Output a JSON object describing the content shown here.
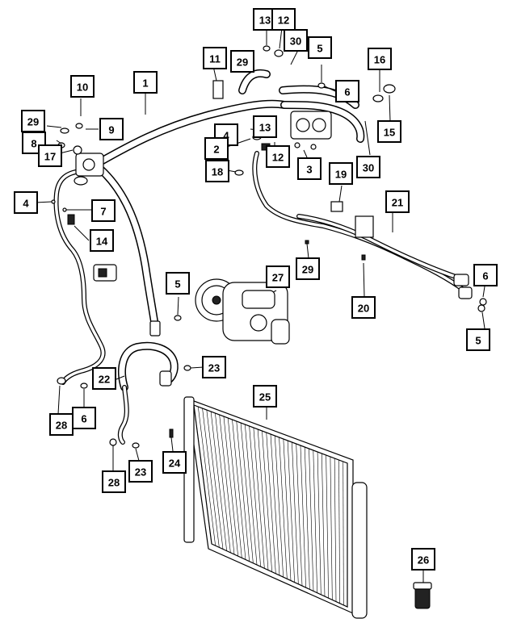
{
  "diagram": {
    "callouts": [
      "13",
      "12",
      "30",
      "5",
      "11",
      "29",
      "16",
      "6",
      "1",
      "10",
      "29",
      "9",
      "8",
      "4",
      "13",
      "17",
      "2",
      "12",
      "3",
      "30",
      "15",
      "18",
      "19",
      "4",
      "7",
      "21",
      "14",
      "29",
      "5",
      "27",
      "6",
      "20",
      "5",
      "22",
      "23",
      "25",
      "28",
      "6",
      "24",
      "28",
      "23",
      "26"
    ]
  }
}
